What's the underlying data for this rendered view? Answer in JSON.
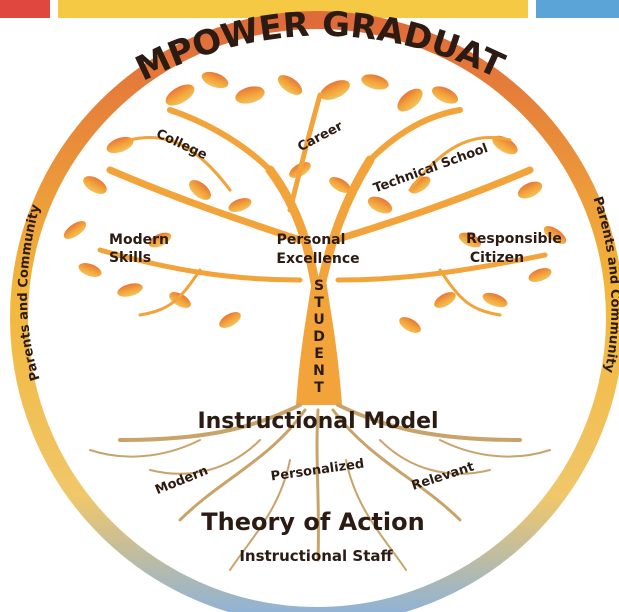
{
  "colors": {
    "red_bar": "#e0473f",
    "yellow_bar": "#f6c945",
    "blue_bar": "#5aa4d8",
    "ring_top": "#e06a3a",
    "ring_mid": "#f3b63a",
    "ring_bottom": "#8db2d8",
    "tree": "#f2a33a",
    "roots": "#c9a46a",
    "text": "#2b1b12"
  },
  "title": "EMPOWER GRADUATE",
  "ring_labels": {
    "left": "Parents and Community",
    "right": "Parents and Community"
  },
  "branch_labels": {
    "college": "College",
    "career": "Career",
    "technical_school": "Technical School",
    "modern_skills_line1": "Modern",
    "modern_skills_line2": "Skills",
    "personal_excellence_line1": "Personal",
    "personal_excellence_line2": "Excellence",
    "responsible_citizen_line1": "Responsible",
    "responsible_citizen_line2": "Citizen"
  },
  "trunk_label": [
    "S",
    "T",
    "U",
    "D",
    "E",
    "N",
    "T"
  ],
  "instructional_model": "Instructional Model",
  "root_labels": {
    "modern": "Modern",
    "personalized": "Personalized",
    "relevant": "Relevant"
  },
  "theory_of_action": "Theory of Action",
  "instructional_staff": "Instructional Staff"
}
